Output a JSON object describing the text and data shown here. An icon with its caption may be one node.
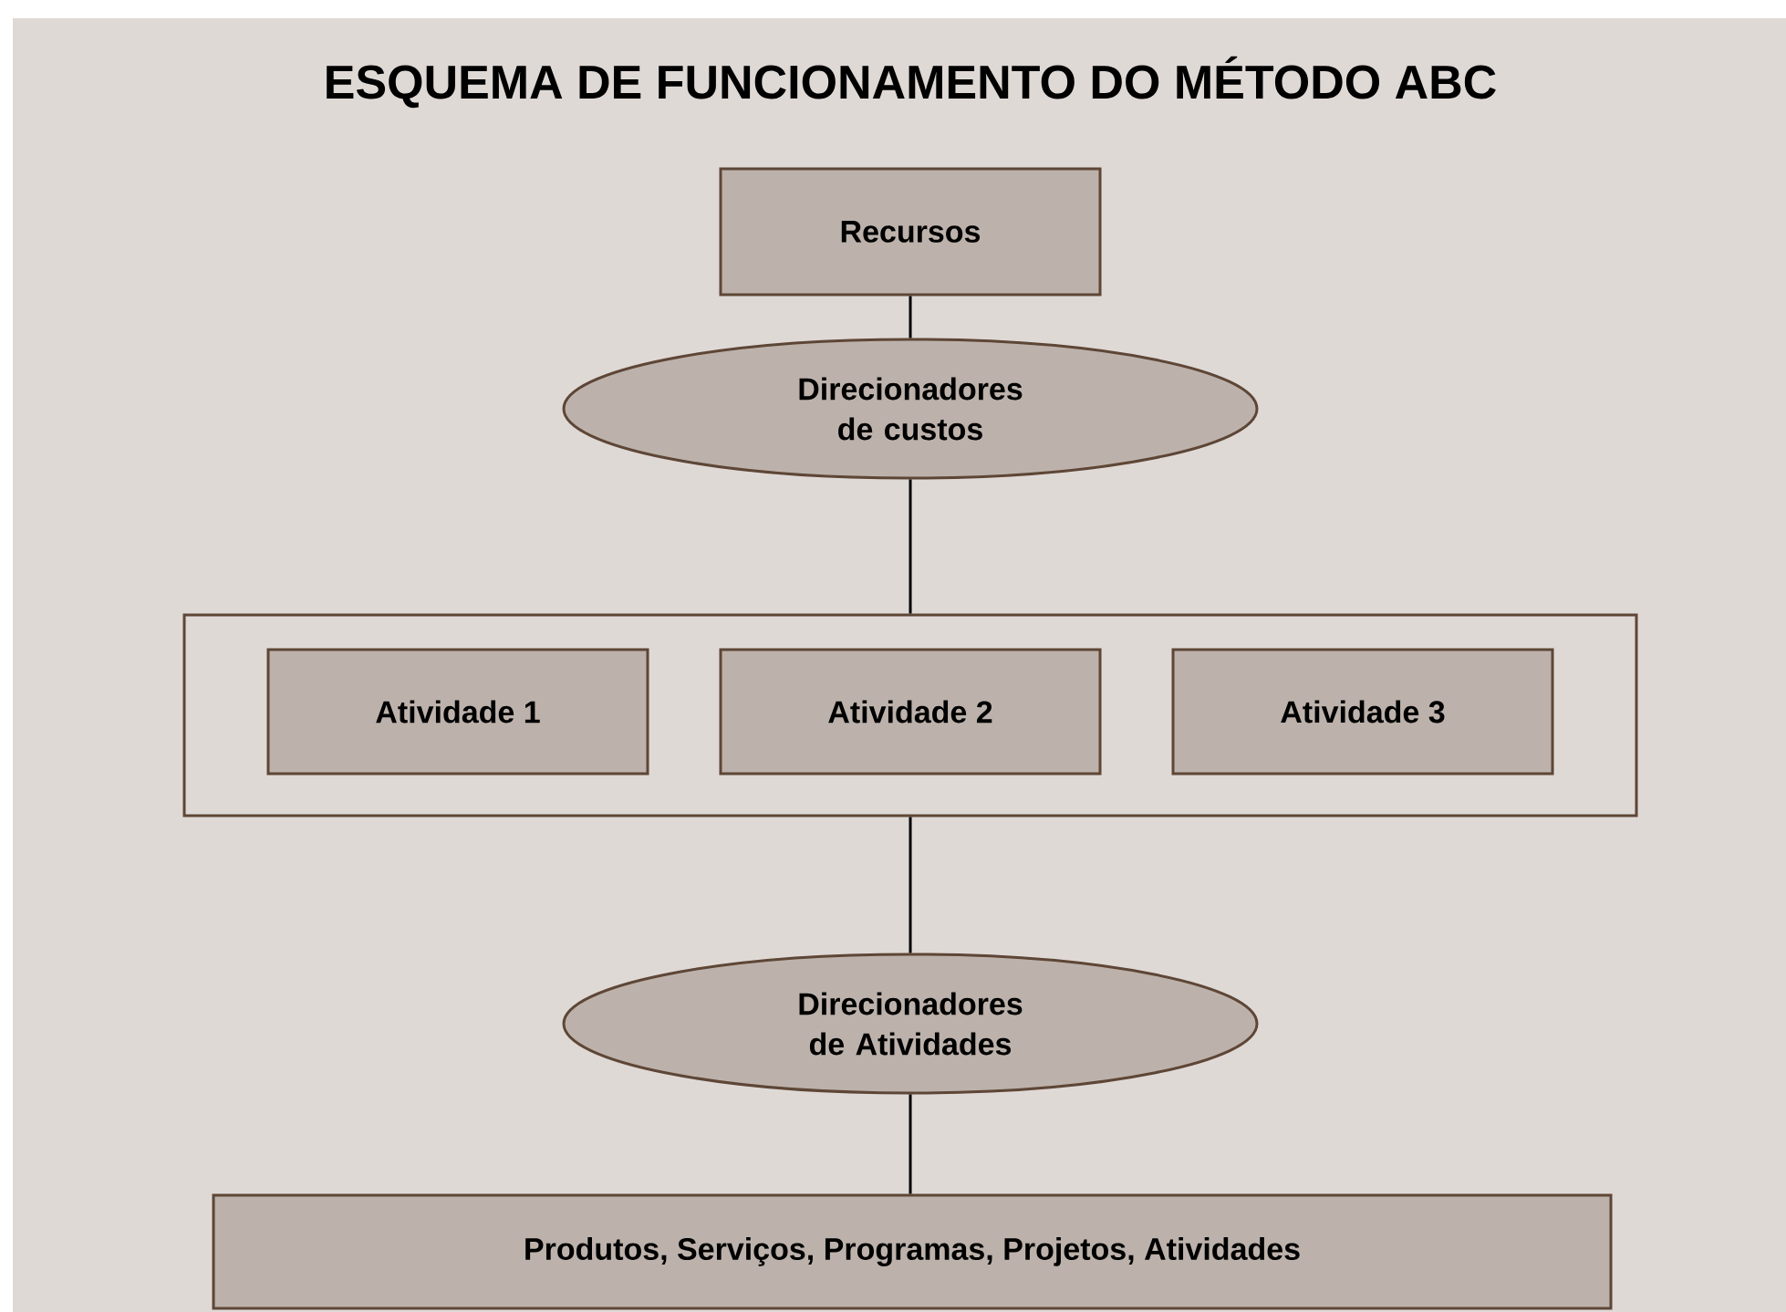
{
  "diagram": {
    "title": "ESQUEMA DE FUNCIONAMENTO DO MÉTODO ABC",
    "nodes": [
      {
        "text": [
          "Recursos"
        ]
      },
      {
        "text": [
          "Direcionadores de custos"
        ]
      },
      {
        "text": [],
        "shape": "box"
      },
      {
        "text": [
          "Atividade 1"
        ],
        "in": 2
      },
      {
        "text": [
          "Atividade 2"
        ],
        "in": 2
      },
      {
        "text": [
          "Atividade 3"
        ],
        "in": 2
      },
      {
        "text": [
          "Direcionadores de Atividades"
        ]
      },
      {
        "text": [
          "Produtos, Serviços, Programas, Projetos, Atividades"
        ]
      }
    ],
    "edges": [
      {
        "from": 0,
        "to": 1,
        "arrow": "none"
      },
      {
        "from": 1,
        "to": 2,
        "arrow": "none"
      },
      {
        "from": 2,
        "to": 6,
        "arrow": "none"
      },
      {
        "from": 6,
        "to": 7,
        "arrow": "none"
      }
    ]
  }
}
